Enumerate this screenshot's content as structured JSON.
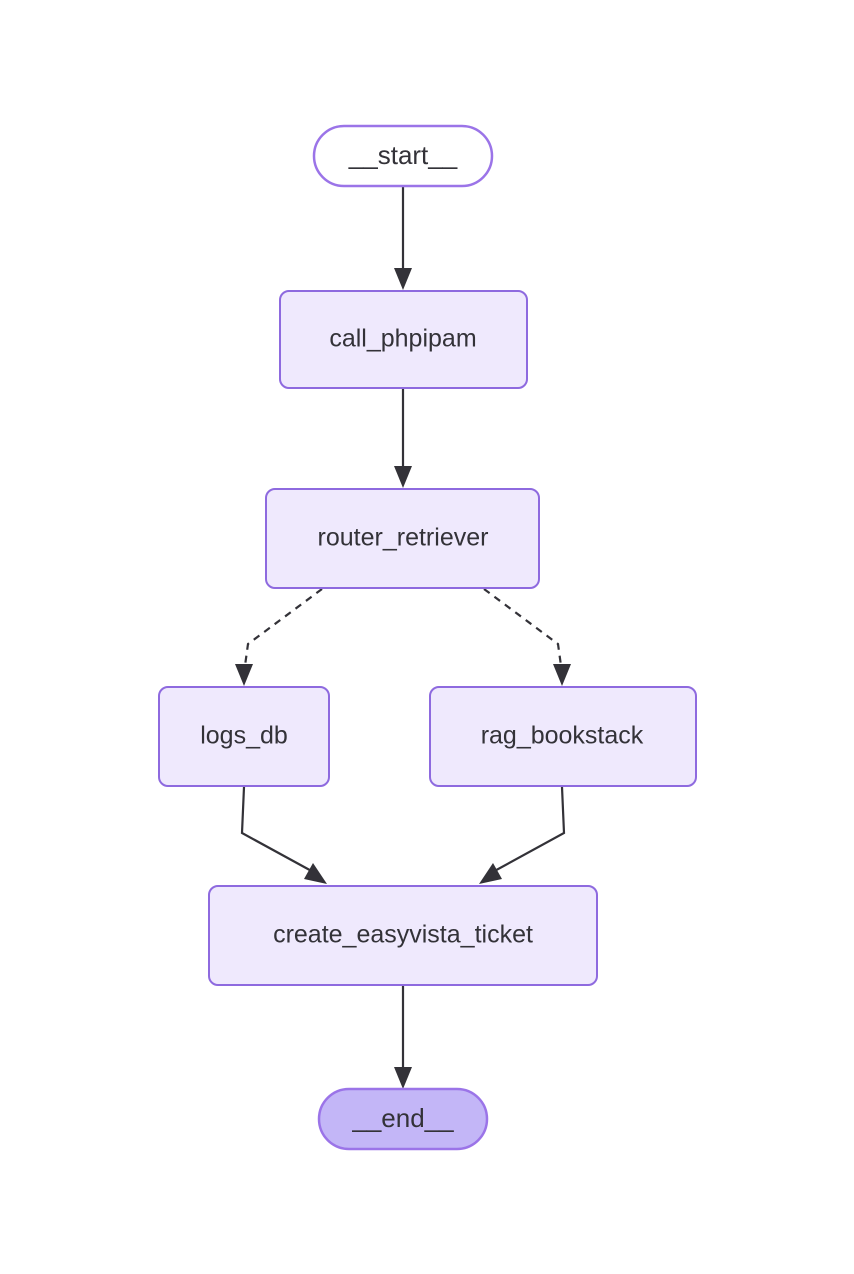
{
  "diagram": {
    "type": "flowchart",
    "direction": "top-to-bottom",
    "background_color": "#ffffff",
    "node_fill": "#efe9fd",
    "node_stroke": "#8e6adf",
    "end_node_fill": "#c3b6f7",
    "edge_color": "#333238",
    "text_color": "#333238",
    "nodes": [
      {
        "id": "start",
        "label": "__start__",
        "shape": "stadium",
        "style": "terminal-start"
      },
      {
        "id": "phpipam",
        "label": "call_phpipam",
        "shape": "rounded-rect",
        "style": "process"
      },
      {
        "id": "router",
        "label": "router_retriever",
        "shape": "rounded-rect",
        "style": "process"
      },
      {
        "id": "logs",
        "label": "logs_db",
        "shape": "rounded-rect",
        "style": "process"
      },
      {
        "id": "rag",
        "label": "rag_bookstack",
        "shape": "rounded-rect",
        "style": "process"
      },
      {
        "id": "ticket",
        "label": "create_easyvista_ticket",
        "shape": "rounded-rect",
        "style": "process"
      },
      {
        "id": "end",
        "label": "__end__",
        "shape": "stadium",
        "style": "terminal-end"
      }
    ],
    "edges": [
      {
        "from": "start",
        "to": "phpipam",
        "line": "solid",
        "arrow": true
      },
      {
        "from": "phpipam",
        "to": "router",
        "line": "solid",
        "arrow": true
      },
      {
        "from": "router",
        "to": "logs",
        "line": "dashed",
        "arrow": true
      },
      {
        "from": "router",
        "to": "rag",
        "line": "dashed",
        "arrow": true
      },
      {
        "from": "logs",
        "to": "ticket",
        "line": "solid",
        "arrow": true
      },
      {
        "from": "rag",
        "to": "ticket",
        "line": "solid",
        "arrow": true
      },
      {
        "from": "ticket",
        "to": "end",
        "line": "solid",
        "arrow": true
      }
    ]
  }
}
